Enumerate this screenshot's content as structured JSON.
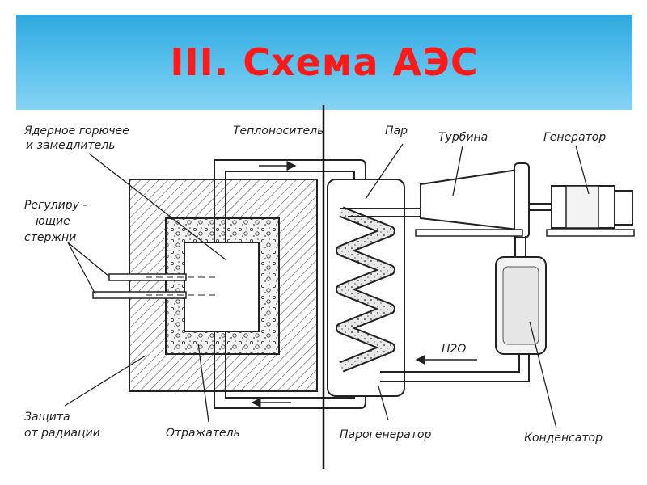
{
  "title": "III. Схема АЭС",
  "labels": {
    "fuel_line1": "Ядерное горючее",
    "fuel_line2": "и замедлитель",
    "coolant": "Теплоноситель",
    "steam": "Пар",
    "turbine": "Турбина",
    "generator": "Генератор",
    "rods_line1": "Регулиру -",
    "rods_line2": "ющие",
    "rods_line3": "стержни",
    "water": "H2O",
    "shield_line1": "Защита",
    "shield_line2": "от радиации",
    "reflector": "Отражатель",
    "steam_generator": "Парогенератор",
    "condenser": "Конденсатор"
  },
  "colors": {
    "title": "#ff1a1a",
    "banner": "#4bb8ea",
    "ink": "#222222"
  }
}
